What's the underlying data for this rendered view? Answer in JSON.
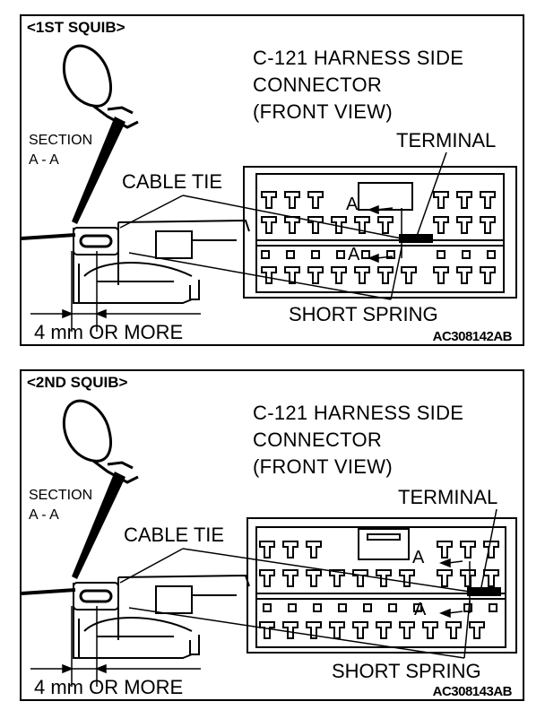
{
  "panels": [
    {
      "squib_label": "<1ST SQUIB>",
      "connector_lines": [
        "C-121 HARNESS SIDE",
        "CONNECTOR",
        "(FRONT VIEW)"
      ],
      "section_label": "SECTION",
      "section_id": "A - A",
      "cable_tie_label": "CABLE TIE",
      "terminal_label": "TERMINAL",
      "short_spring_label": "SHORT SPRING",
      "distance_label": "4 mm OR MORE",
      "section_marker": "A",
      "figure_code": "AC308142AB"
    },
    {
      "squib_label": "<2ND SQUIB>",
      "connector_lines": [
        "C-121 HARNESS SIDE",
        "CONNECTOR",
        "(FRONT VIEW)"
      ],
      "section_label": "SECTION",
      "section_id": "A - A",
      "cable_tie_label": "CABLE TIE",
      "terminal_label": "TERMINAL",
      "short_spring_label": "SHORT SPRING",
      "distance_label": "4 mm OR MORE",
      "section_marker": "A",
      "figure_code": "AC308143AB"
    }
  ]
}
